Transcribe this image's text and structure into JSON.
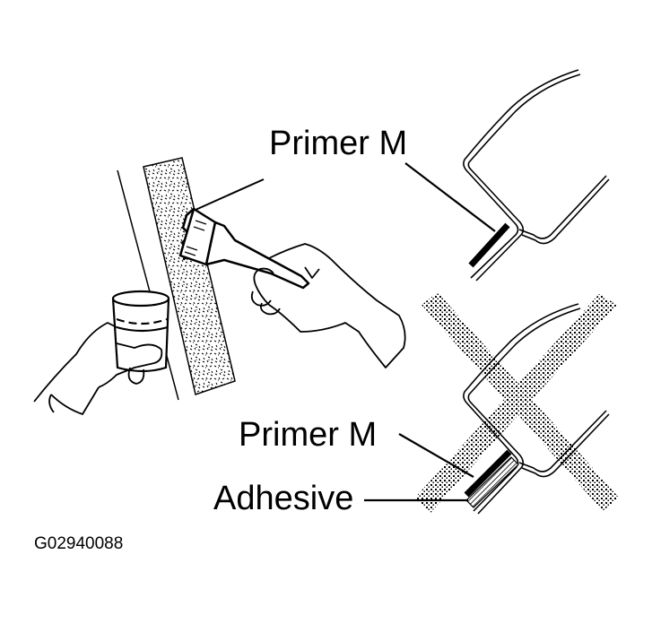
{
  "figure": {
    "code": "G02940088",
    "colors": {
      "ink": "#000000",
      "background": "#ffffff",
      "x_mark_stipple": "#9a9a9a"
    }
  },
  "callouts": {
    "correct_view": {
      "primer_label": "Primer M"
    },
    "incorrect_view": {
      "primer_label": "Primer M",
      "adhesive_label": "Adhesive",
      "mark": "x-mark"
    }
  },
  "illustration": {
    "left_scene": [
      "hand-holding-cup",
      "primer-cup",
      "glass-edge",
      "brush",
      "hand-holding-brush"
    ],
    "right_top": "weatherstrip-section-primer-applied",
    "right_bottom": "weatherstrip-section-primer-over-adhesive"
  }
}
